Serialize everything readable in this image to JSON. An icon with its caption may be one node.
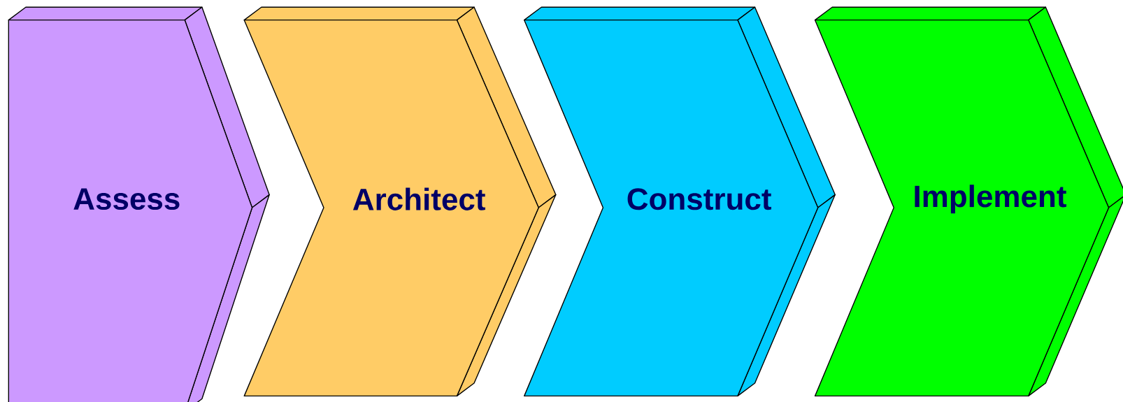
{
  "diagram": {
    "nodes": [
      {
        "text": [
          "Assess"
        ]
      },
      {
        "text": [
          "Architect"
        ]
      },
      {
        "text": [
          "Construct"
        ]
      },
      {
        "text": [
          "Implement"
        ]
      }
    ]
  }
}
